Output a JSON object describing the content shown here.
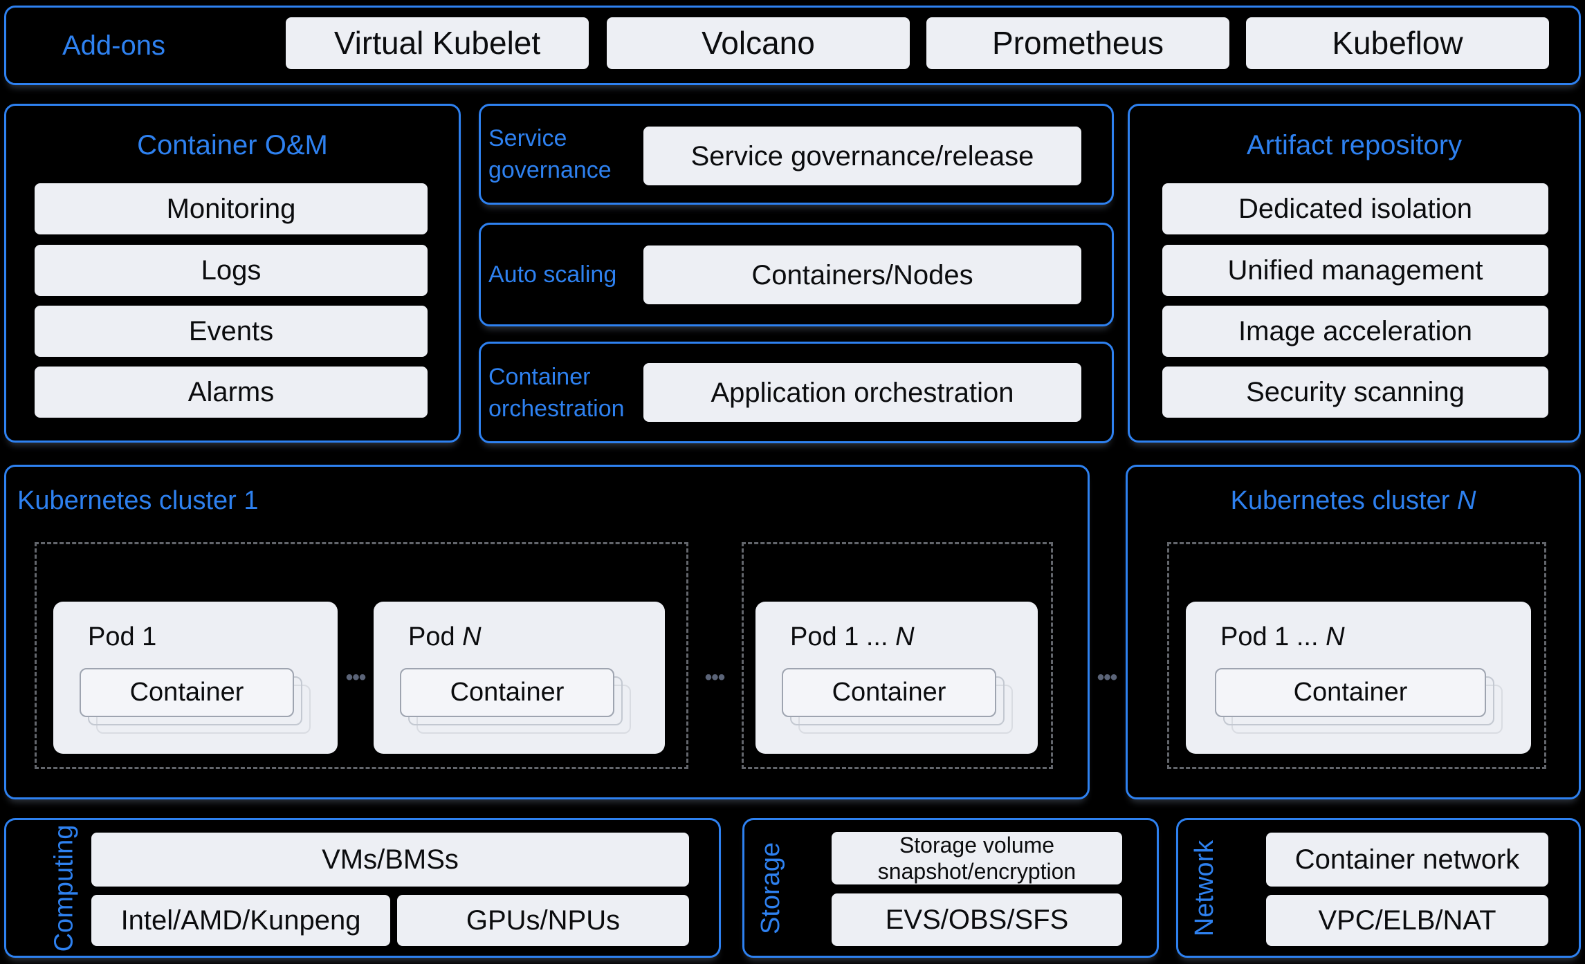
{
  "colors": {
    "accent_blue": "#2e81f0",
    "box_fill": "#edeff4",
    "card_fill": "#f4f5f9",
    "ink": "#0b0c0e",
    "dash_gray": "#63666c",
    "dot_gray": "#5b6478"
  },
  "addons": {
    "label": "Add-ons",
    "items": [
      "Virtual Kubelet",
      "Volcano",
      "Prometheus",
      "Kubeflow"
    ]
  },
  "container_om": {
    "title": "Container O&M",
    "items": [
      "Monitoring",
      "Logs",
      "Events",
      "Alarms"
    ]
  },
  "middle": {
    "service_governance": {
      "label": "Service governance",
      "box": "Service governance/release"
    },
    "auto_scaling": {
      "label": "Auto scaling",
      "box": "Containers/Nodes"
    },
    "container_orchestration": {
      "label": "Container orchestration",
      "box": "Application orchestration"
    }
  },
  "artifact_repository": {
    "title": "Artifact repository",
    "items": [
      "Dedicated isolation",
      "Unified management",
      "Image acceleration",
      "Security scanning"
    ]
  },
  "clusters": {
    "ellipsis": "•••",
    "cluster1": {
      "title": "Kubernetes cluster 1",
      "pods": [
        {
          "label_prefix": "Pod 1",
          "label_n": "",
          "container": "Container"
        },
        {
          "label_prefix": "Pod ",
          "label_n": "N",
          "container": "Container"
        },
        {
          "label_prefix": "Pod 1 ... ",
          "label_n": "N",
          "container": "Container"
        }
      ]
    },
    "clusterN": {
      "title_prefix": "Kubernetes cluster ",
      "title_n": "N",
      "pods": [
        {
          "label_prefix": "Pod 1 ... ",
          "label_n": "N",
          "container": "Container"
        }
      ]
    }
  },
  "infrastructure": {
    "computing": {
      "label": "Computing",
      "wide_box": "VMs/BMSs",
      "boxes": [
        "Intel/AMD/Kunpeng",
        "GPUs/NPUs"
      ]
    },
    "storage": {
      "label": "Storage",
      "boxes": [
        "Storage volume snapshot/encryption",
        "EVS/OBS/SFS"
      ]
    },
    "network": {
      "label": "Network",
      "boxes": [
        "Container network",
        "VPC/ELB/NAT"
      ]
    }
  }
}
